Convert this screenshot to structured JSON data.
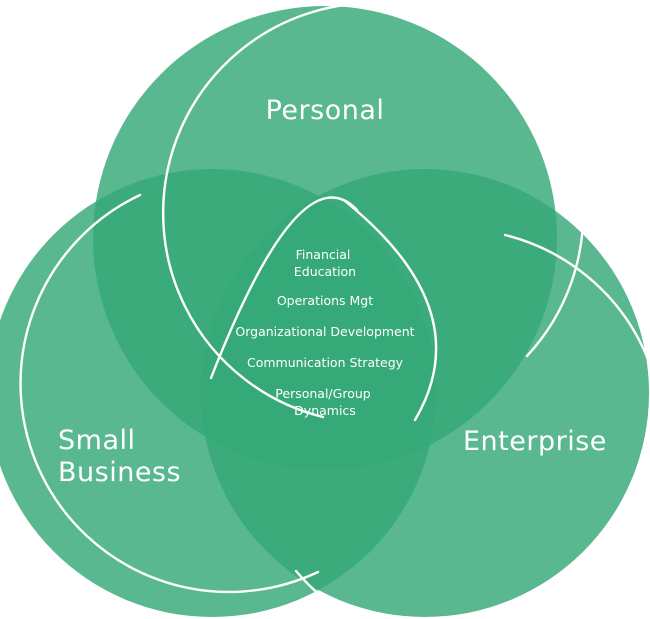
{
  "diagram": {
    "type": "venn",
    "colors": {
      "circle_fill": "#34a878",
      "circle_opacity": "0.82",
      "outline": "#ffffff",
      "text": "#ffffff"
    },
    "sets": [
      {
        "label": "Personal"
      },
      {
        "label_lines": [
          "Small",
          "Business"
        ]
      },
      {
        "label": "Enterprise"
      }
    ],
    "center_items": [
      [
        "Financial",
        "Education"
      ],
      [
        "Operations Mgt"
      ],
      [
        "Organizational Development"
      ],
      [
        "Communication Strategy"
      ],
      [
        "Personal/Group",
        "Dynamics"
      ]
    ]
  }
}
